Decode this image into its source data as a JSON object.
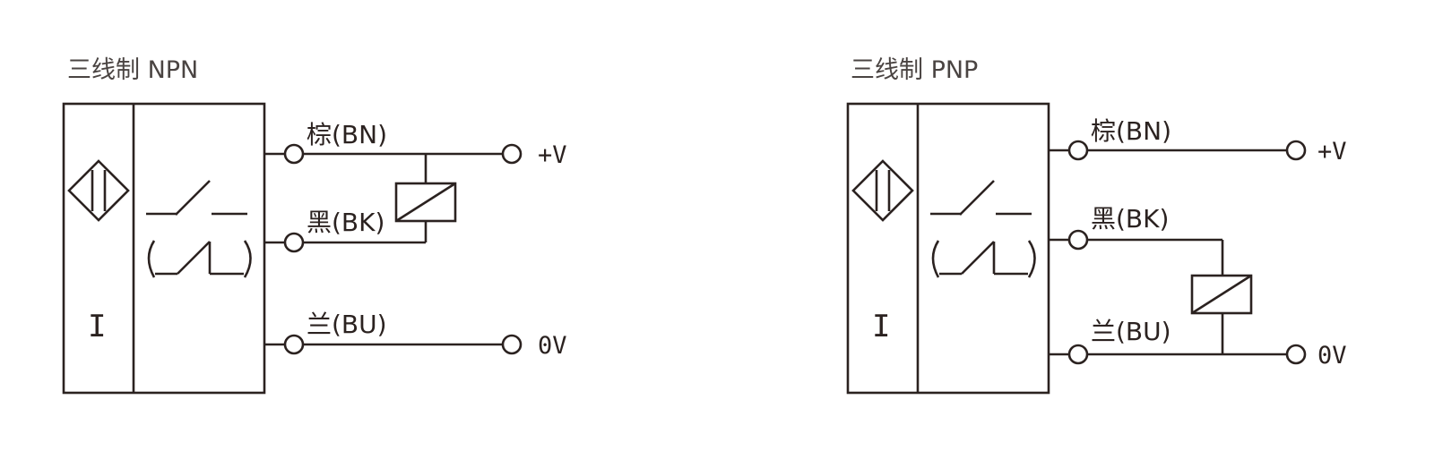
{
  "diagrams": [
    {
      "title": "三线制 NPN",
      "current_symbol": "I",
      "wires": {
        "brown": "棕(BN)",
        "black": "黑(BK)",
        "blue": "兰(BU)"
      },
      "supply_pos": "+V",
      "supply_neg": "0V"
    },
    {
      "title": "三线制 PNP",
      "current_symbol": "I",
      "wires": {
        "brown": "棕(BN)",
        "black": "黑(BK)",
        "blue": "兰(BU)"
      },
      "supply_pos": "+V",
      "supply_neg": "0V"
    }
  ],
  "colors": {
    "line": "#2b2220",
    "title": "#4a4442"
  }
}
